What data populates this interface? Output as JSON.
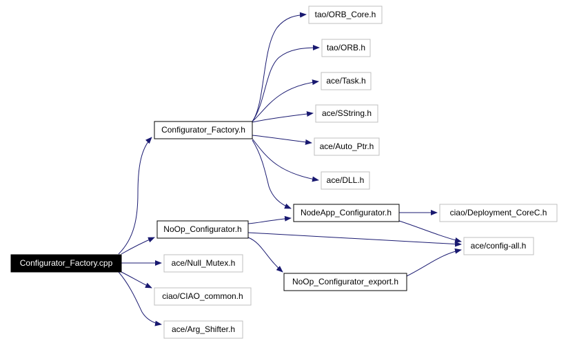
{
  "colors": {
    "edge": "#191970",
    "root_fill": "#000000",
    "root_text": "#ffffff",
    "drawn_border": "#000000",
    "external_border": "#bfbfbf",
    "node_text": "#000000",
    "background": "#ffffff"
  },
  "nodes": {
    "root": "Configurator_Factory.cpp",
    "configurator_factory_h": "Configurator_Factory.h",
    "noop_configurator_h": "NoOp_Configurator.h",
    "null_mutex_h": "ace/Null_Mutex.h",
    "ciao_common_h": "ciao/CIAO_common.h",
    "arg_shifter_h": "ace/Arg_Shifter.h",
    "orb_core_h": "tao/ORB_Core.h",
    "orb_h": "tao/ORB.h",
    "task_h": "ace/Task.h",
    "sstring_h": "ace/SString.h",
    "auto_ptr_h": "ace/Auto_Ptr.h",
    "dll_h": "ace/DLL.h",
    "nodeapp_configurator_h": "NodeApp_Configurator.h",
    "deployment_corec_h": "ciao/Deployment_CoreC.h",
    "config_all_h": "ace/config-all.h",
    "noop_configurator_export_h": "NoOp_Configurator_export.h"
  }
}
